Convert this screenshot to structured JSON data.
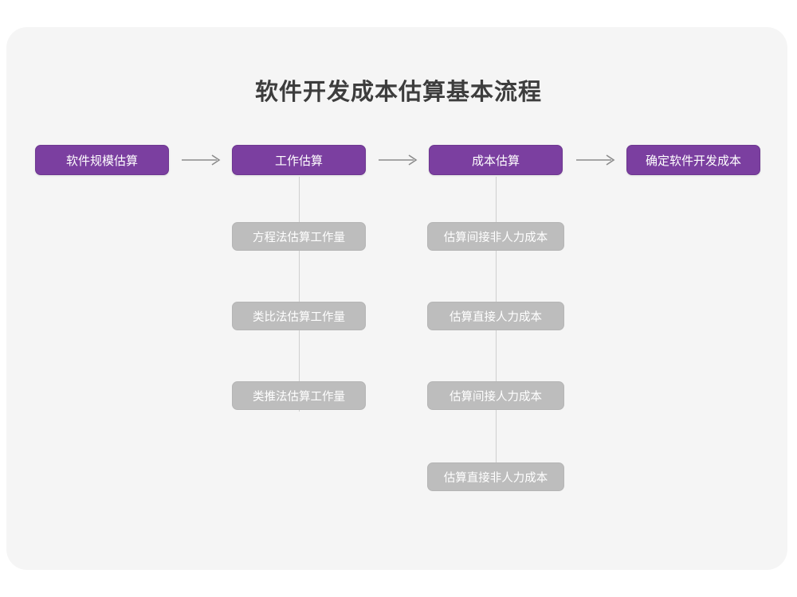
{
  "page": {
    "title": "软件开发成本估算基本流程",
    "background_color": "#ffffff",
    "card_color": "#f5f5f5",
    "primary_color": "#7b3fa0",
    "secondary_color": "#bdbdbd",
    "connector_color": "#8c8c8c"
  },
  "flow": {
    "main_steps": [
      {
        "label": "软件规模估算"
      },
      {
        "label": "工作估算"
      },
      {
        "label": "成本估算"
      },
      {
        "label": "确定软件开发成本"
      }
    ],
    "arrows": [
      {
        "name": "arrow-1"
      },
      {
        "name": "arrow-2"
      },
      {
        "name": "arrow-3"
      }
    ],
    "branches": [
      {
        "parent": "工作估算",
        "items": [
          {
            "label": "方程法估算工作量"
          },
          {
            "label": "类比法估算工作量"
          },
          {
            "label": "类推法估算工作量"
          }
        ]
      },
      {
        "parent": "成本估算",
        "items": [
          {
            "label": "估算间接非人力成本"
          },
          {
            "label": "估算直接人力成本"
          },
          {
            "label": "估算间接人力成本"
          },
          {
            "label": "估算直接非人力成本"
          }
        ]
      }
    ]
  },
  "chart_data": {
    "type": "diagram",
    "title": "软件开发成本估算基本流程",
    "nodes": [
      {
        "id": "n1",
        "label": "软件规模估算",
        "level": "main",
        "column": 1
      },
      {
        "id": "n2",
        "label": "工作估算",
        "level": "main",
        "column": 2
      },
      {
        "id": "n3",
        "label": "成本估算",
        "level": "main",
        "column": 3
      },
      {
        "id": "n4",
        "label": "确定软件开发成本",
        "level": "main",
        "column": 4
      },
      {
        "id": "n2a",
        "label": "方程法估算工作量",
        "level": "sub",
        "parent": "n2"
      },
      {
        "id": "n2b",
        "label": "类比法估算工作量",
        "level": "sub",
        "parent": "n2"
      },
      {
        "id": "n2c",
        "label": "类推法估算工作量",
        "level": "sub",
        "parent": "n2"
      },
      {
        "id": "n3a",
        "label": "估算间接非人力成本",
        "level": "sub",
        "parent": "n3"
      },
      {
        "id": "n3b",
        "label": "估算直接人力成本",
        "level": "sub",
        "parent": "n3"
      },
      {
        "id": "n3c",
        "label": "估算间接人力成本",
        "level": "sub",
        "parent": "n3"
      },
      {
        "id": "n3d",
        "label": "估算直接非人力成本",
        "level": "sub",
        "parent": "n3"
      }
    ],
    "edges": [
      {
        "from": "n1",
        "to": "n2",
        "style": "arrow"
      },
      {
        "from": "n2",
        "to": "n3",
        "style": "arrow"
      },
      {
        "from": "n3",
        "to": "n4",
        "style": "arrow"
      },
      {
        "from": "n2",
        "to": "n2a",
        "style": "line"
      },
      {
        "from": "n2a",
        "to": "n2b",
        "style": "line"
      },
      {
        "from": "n2b",
        "to": "n2c",
        "style": "line"
      },
      {
        "from": "n3",
        "to": "n3a",
        "style": "line"
      },
      {
        "from": "n3a",
        "to": "n3b",
        "style": "line"
      },
      {
        "from": "n3b",
        "to": "n3c",
        "style": "line"
      },
      {
        "from": "n3c",
        "to": "n3d",
        "style": "line"
      }
    ]
  }
}
